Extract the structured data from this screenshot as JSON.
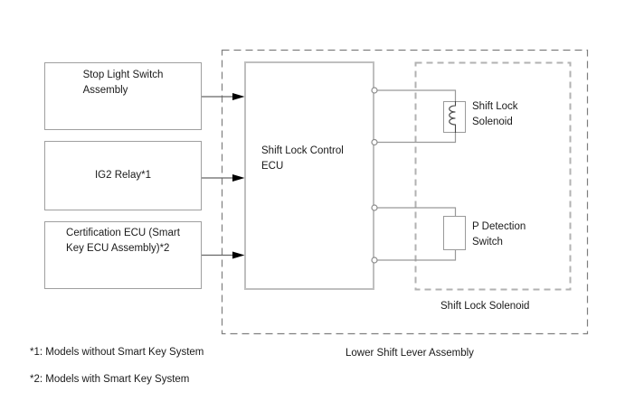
{
  "diagram": {
    "source_boxes": [
      {
        "label": "Stop Light Switch\nAssembly"
      },
      {
        "label": "IG2 Relay*1"
      },
      {
        "label": "Certification ECU (Smart\nKey ECU Assembly)*2"
      }
    ],
    "ecu": {
      "label": "Shift Lock Control\nECU"
    },
    "components": {
      "solenoid": {
        "label": "Shift Lock\nSolenoid"
      },
      "p_detection_switch": {
        "label": "P Detection\nSwitch"
      }
    },
    "boundaries": {
      "inner": {
        "label": "Shift Lock Solenoid"
      },
      "outer": {
        "label": "Lower Shift Lever Assembly"
      }
    },
    "footnotes": [
      "*1: Models without Smart Key System",
      "*2: Models with Smart Key System"
    ],
    "colors": {
      "wire_gray": "#999999",
      "border_gray": "#9f9f9f",
      "dashed_outer_gray": "#7f7f7f",
      "dashed_inner_gray": "#b2b2b2",
      "arrow_black": "#000000",
      "text": "#1a1a1a"
    }
  }
}
